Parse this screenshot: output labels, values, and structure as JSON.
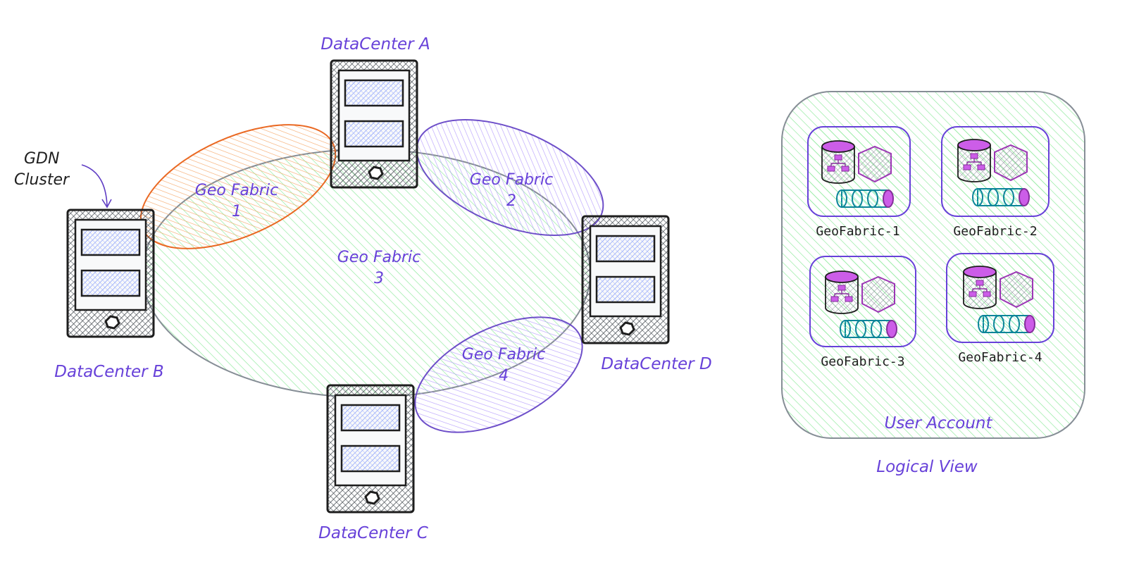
{
  "annotation": {
    "line1": "GDN",
    "line2": "Cluster"
  },
  "datacenters": {
    "a": "DataCenter A",
    "b": "DataCenter B",
    "c": "DataCenter C",
    "d": "DataCenter D"
  },
  "fabrics": [
    {
      "line1": "Geo Fabric",
      "line2": "1"
    },
    {
      "line1": "Geo Fabric",
      "line2": "2"
    },
    {
      "line1": "Geo Fabric",
      "line2": "3"
    },
    {
      "line1": "Geo Fabric",
      "line2": "4"
    }
  ],
  "logical": {
    "tiles": [
      "GeoFabric-1",
      "GeoFabric-2",
      "GeoFabric-3",
      "GeoFabric-4"
    ],
    "account_label": "User Account",
    "caption": "Logical View"
  },
  "colors": {
    "label": "#6741d9",
    "orange": "#e8590c",
    "purple": "#5f3dc4",
    "green": "#2f9e44",
    "blue": "#4c6ef5",
    "magenta": "#9c36b5",
    "teal": "#0c8599",
    "ink": "#1e1e1e"
  },
  "icons": [
    "server-rack-icon",
    "database-icon",
    "hexagon-icon",
    "stream-cylinder-icon",
    "arrow-icon"
  ]
}
